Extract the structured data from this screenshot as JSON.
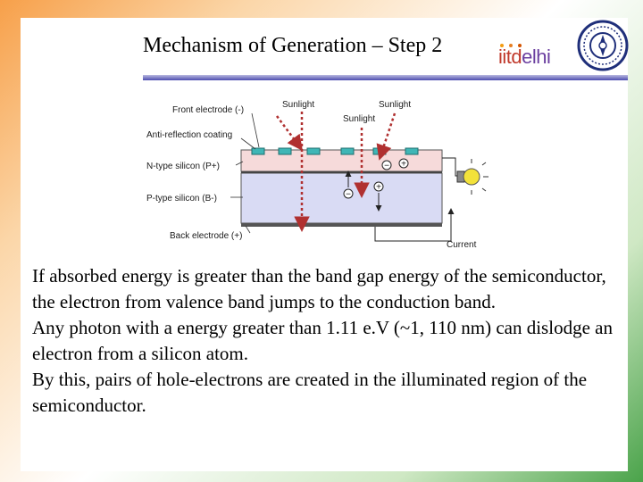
{
  "slide": {
    "title": "Mechanism of Generation – Step 2",
    "logo": {
      "prefix": "iitd",
      "suffix": "elhi"
    },
    "diagram": {
      "labels": {
        "front_electrode": "Front electrode (-)",
        "anti_reflection": "Anti-reflection coating",
        "n_type": "N-type silicon (P+)",
        "p_type": "P-type silicon (B-)",
        "back_electrode": "Back electrode (+)",
        "sunlight_1": "Sunlight",
        "sunlight_2": "Sunlight",
        "sunlight_3": "Sunlight",
        "current": "Current"
      },
      "charges": {
        "electron": "−",
        "hole": "+"
      }
    },
    "paragraphs": [
      "If absorbed energy is greater than the band gap energy of the semiconductor, the electron from valence band jumps to the conduction band.",
      "Any photon with a energy greater than 1.11 e.V (~1, 110 nm)  can dislodge an electron from a silicon atom.",
      "By this, pairs of hole-electrons are created in the illuminated region of the semiconductor."
    ]
  }
}
